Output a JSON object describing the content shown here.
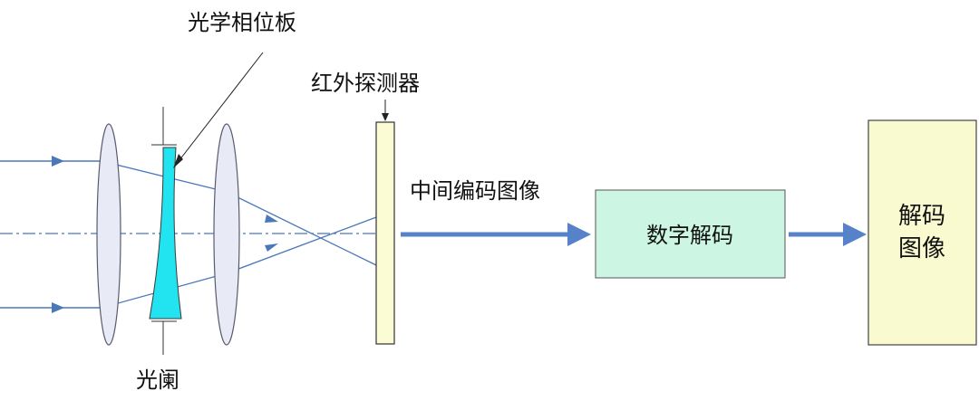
{
  "labels": {
    "phase_plate": "光学相位板",
    "aperture": "光阑",
    "ir_detector": "红外探测器",
    "intermediate_image": "中间编码图像",
    "digital_decoding": "数字解码",
    "decoded_image_line1": "解码",
    "decoded_image_line2": "图像"
  },
  "colors": {
    "ray": "#4a78b8",
    "lens_fill": "#e8eaf6",
    "phase_plate_fill": "#22e4f0",
    "detector_fill": "#fbfbd4",
    "decode_box_fill": "#ccf5e3",
    "output_box_fill": "#fafad0",
    "flow_arrow": "#5582c8"
  }
}
